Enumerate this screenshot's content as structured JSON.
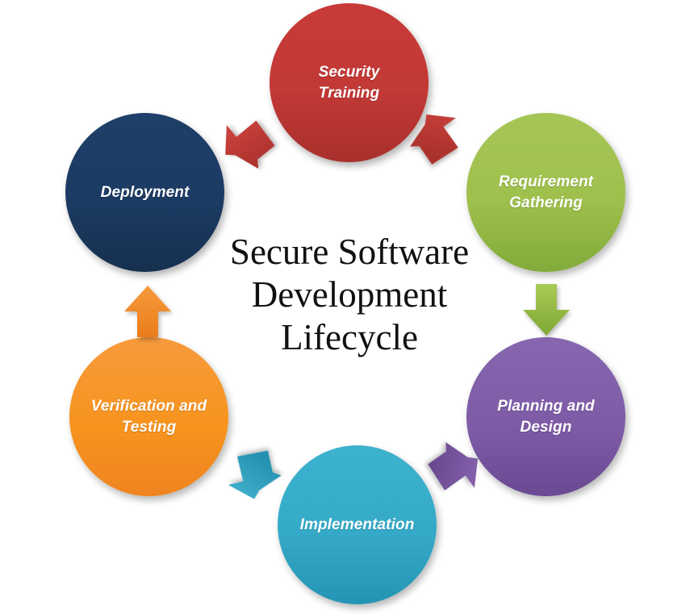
{
  "diagram": {
    "title": "Secure Software\nDevelopment\nLifecycle",
    "background_color": "#ffffff",
    "type": "cycle-diagram",
    "direction": "clockwise",
    "nodes": [
      {
        "id": "security-training",
        "label": "Security\nTraining",
        "color": "#c73a37",
        "color_dark": "#a3302d",
        "position": "top",
        "order": 1
      },
      {
        "id": "requirement-gathering",
        "label": "Requirement\nGathering",
        "color": "#9ec04c",
        "color_dark": "#79a03a",
        "position": "top-right",
        "order": 2
      },
      {
        "id": "planning-design",
        "label": "Planning and\nDesign",
        "color": "#7e5ba6",
        "color_dark": "#6a4a93",
        "position": "bottom-right",
        "order": 3
      },
      {
        "id": "implementation",
        "label": "Implementation",
        "color": "#35aac8",
        "color_dark": "#2594b4",
        "position": "bottom",
        "order": 4
      },
      {
        "id": "verification-testing",
        "label": "Verification and\nTesting",
        "color": "#f79433",
        "color_dark": "#ed8022",
        "position": "bottom-left",
        "order": 5
      },
      {
        "id": "deployment",
        "label": "Deployment",
        "color": "#1c3b63",
        "color_dark": "#16304f",
        "position": "top-left",
        "order": 6
      }
    ],
    "arrows": [
      {
        "id": "deployment-to-security-training",
        "from": "deployment",
        "to": "security-training",
        "color": "#c73a37",
        "direction": "up-right"
      },
      {
        "id": "security-training-to-requirement-gathering",
        "from": "security-training",
        "to": "requirement-gathering",
        "color": "#c73a37",
        "direction": "down-right"
      },
      {
        "id": "requirement-gathering-to-planning-design",
        "from": "requirement-gathering",
        "to": "planning-design",
        "color": "#9ec04c",
        "direction": "down"
      },
      {
        "id": "planning-design-to-implementation",
        "from": "planning-design",
        "to": "implementation",
        "color": "#7e5ba6",
        "direction": "down-left"
      },
      {
        "id": "implementation-to-verification-testing",
        "from": "implementation",
        "to": "verification-testing",
        "color": "#35aac8",
        "direction": "up-left"
      },
      {
        "id": "verification-testing-to-deployment",
        "from": "verification-testing",
        "to": "deployment",
        "color": "#f79433",
        "direction": "up"
      }
    ]
  }
}
